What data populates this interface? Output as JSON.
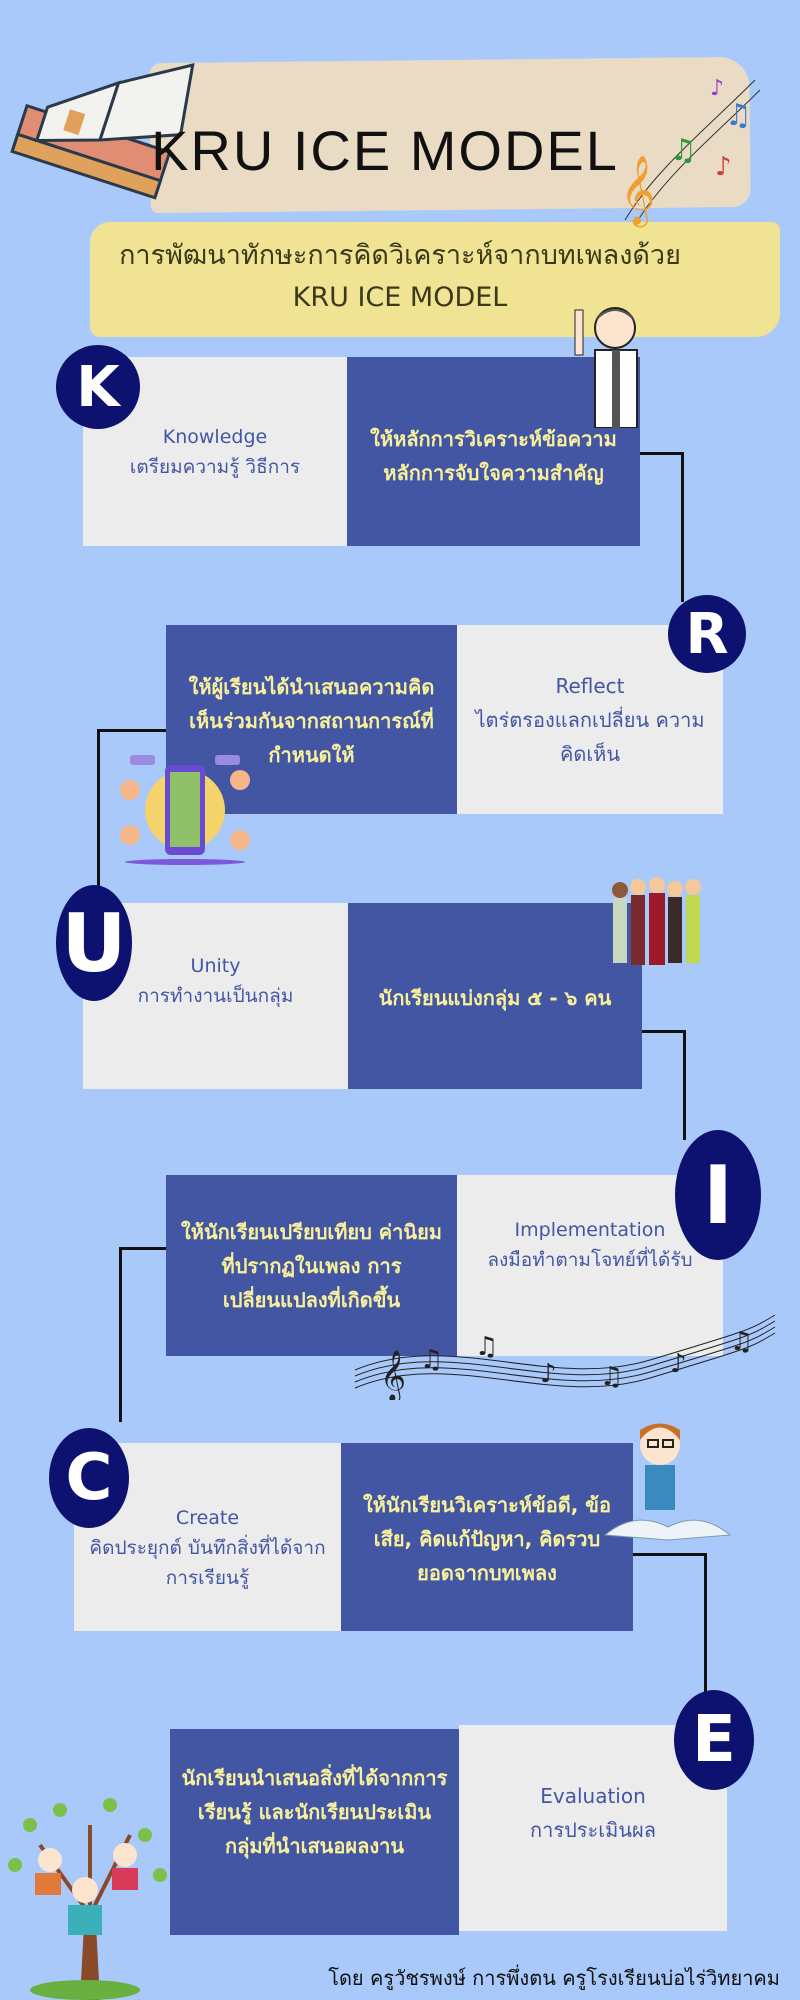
{
  "header": {
    "title": "KRU ICE  MODEL",
    "subtitle_line1": "การพัฒนาทักษะการคิดวิเคราะห์จากบทเพลงด้วย",
    "subtitle_line2": "KRU ICE MODEL"
  },
  "steps": [
    {
      "letter": "K",
      "label_en": "Knowledge",
      "label_th": "เตรียมความรู้ วิธีการ",
      "detail": "ให้หลักการวิเคราะห์ข้อความ หลักการจับใจความสำคัญ"
    },
    {
      "letter": "R",
      "label_en": "Reflect",
      "label_th": "ไตร่ตรองแลกเปลี่ยน ความคิดเห็น",
      "detail": "ให้ผู้เรียนได้นำเสนอความคิดเห็นร่วมกันจากสถานการณ์ที่กำหนดให้"
    },
    {
      "letter": "U",
      "label_en": "Unity",
      "label_th": "การทำงานเป็นกลุ่ม",
      "detail": "นักเรียนแบ่งกลุ่ม ๕ - ๖ คน"
    },
    {
      "letter": "I",
      "label_en": "Implementation",
      "label_th": "ลงมือทำตามโจทย์ที่ได้รับ",
      "detail": "ให้นักเรียนเปรียบเทียบ ค่านิยมที่ปรากฏในเพลง การเปลี่ยนแปลงที่เกิดขึ้น"
    },
    {
      "letter": "C",
      "label_en": "Create",
      "label_th": "คิดประยุกต์ บันทึกสิ่งที่ได้จากการเรียนรู้",
      "detail": "ให้นักเรียนวิเคราะห์ข้อดี, ข้อเสีย, คิดแก้ปัญหา, คิดรวบยอดจากบทเพลง"
    },
    {
      "letter": "E",
      "label_en": "Evaluation",
      "label_th": "การประเมินผล",
      "detail": "นักเรียนนำเสนอสิ่งที่ได้จากการเรียนรู้ และนักเรียนประเมินกลุ่มที่นำเสนอผลงาน"
    }
  ],
  "footer": "โดย ครูวัชรพงษ์ การพึ่งตน ครูโรงเรียนบ่อไร่วิทยาคม",
  "colors": {
    "background": "#a9c9fb",
    "light_box": "#ececec",
    "dark_box": "#4356a4",
    "circle": "#0d1170",
    "highlight_text": "#f8f09a"
  }
}
